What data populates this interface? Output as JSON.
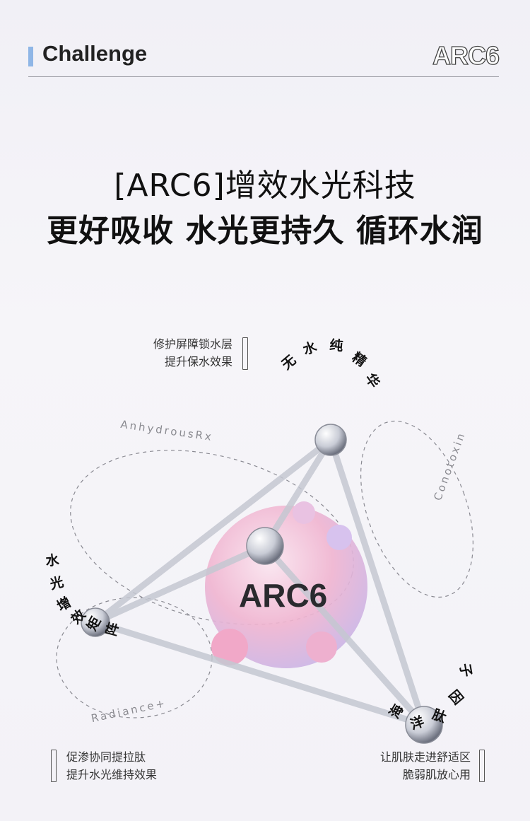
{
  "header": {
    "title": "Challenge",
    "logo": "ARC6"
  },
  "headline": {
    "line1": "[ARC6]增效水光科技",
    "line2": "更好吸收 水光更持久  循环水润"
  },
  "notes": {
    "top_left": [
      "修护屏障锁水层",
      "提升保水效果"
    ],
    "bottom_left": [
      "促渗协同提拉肽",
      "提升水光维持效果"
    ],
    "bottom_right": [
      "让肌肤走进舒适区",
      "脆弱肌放心用"
    ]
  },
  "curved_labels": {
    "top": [
      "无",
      "水",
      "纯",
      "精",
      "华"
    ],
    "left": [
      "水",
      "光",
      "增",
      "效",
      "矩",
      "阵"
    ],
    "bottom_right": [
      "海",
      "洋",
      "肽",
      "因",
      "子"
    ]
  },
  "orbit_labels": {
    "a": "AnhydrousRx",
    "b": "Conotoxin",
    "c": "Radiance+"
  },
  "molecule_label": "ARC6",
  "colors": {
    "accent": "#8fb6e6",
    "blob": "#f2b8d4"
  }
}
